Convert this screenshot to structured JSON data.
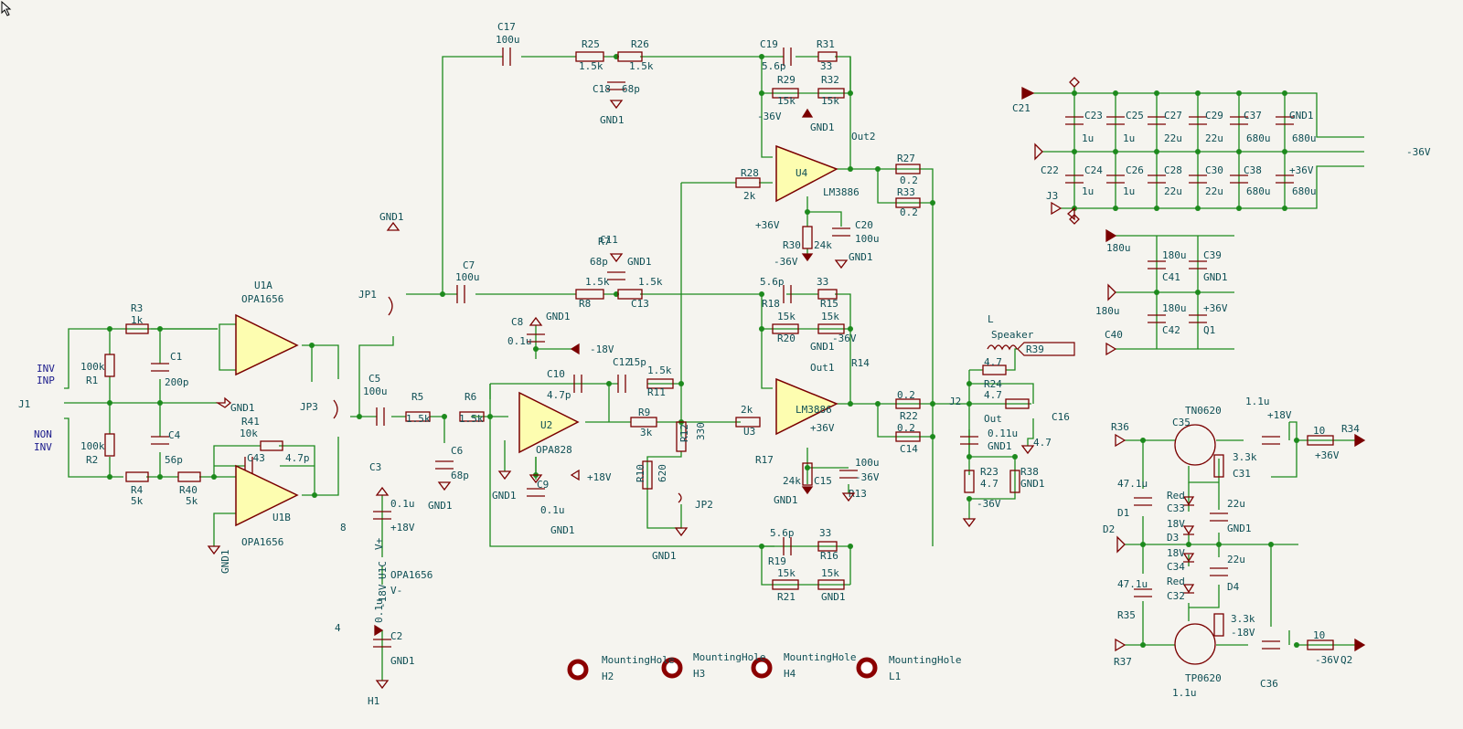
{
  "labels": [
    {
      "t": "J1"
    },
    {
      "t": "INV"
    },
    {
      "t": "INP"
    },
    {
      "t": "NON"
    },
    {
      "t": "INV"
    },
    {
      "t": "R3"
    },
    {
      "t": "1k"
    },
    {
      "t": "100k"
    },
    {
      "t": "R1"
    },
    {
      "t": "C1"
    },
    {
      "t": "200p"
    },
    {
      "t": "100k"
    },
    {
      "t": "R2"
    },
    {
      "t": "C4"
    },
    {
      "t": "56p"
    },
    {
      "t": "R4"
    },
    {
      "t": "5k"
    },
    {
      "t": "R40"
    },
    {
      "t": "5k"
    },
    {
      "t": "GND1"
    },
    {
      "t": "U1A"
    },
    {
      "t": "OPA1656"
    },
    {
      "t": "U1B"
    },
    {
      "t": "OPA1656"
    },
    {
      "t": "R41"
    },
    {
      "t": "10k"
    },
    {
      "t": "C43"
    },
    {
      "t": "4.7p"
    },
    {
      "t": "GND1"
    },
    {
      "t": "JP3"
    },
    {
      "t": "JP1"
    },
    {
      "t": "GND1"
    },
    {
      "t": "C5"
    },
    {
      "t": "100u"
    },
    {
      "t": "C7"
    },
    {
      "t": "100u"
    },
    {
      "t": "C17"
    },
    {
      "t": "100u"
    },
    {
      "t": "R25"
    },
    {
      "t": "1.5k"
    },
    {
      "t": "R26"
    },
    {
      "t": "1.5k"
    },
    {
      "t": "C18"
    },
    {
      "t": "68p"
    },
    {
      "t": "GND1"
    },
    {
      "t": "C19"
    },
    {
      "t": "5.6p"
    },
    {
      "t": "R31"
    },
    {
      "t": "33"
    },
    {
      "t": "R29"
    },
    {
      "t": "15k"
    },
    {
      "t": "R32"
    },
    {
      "t": "15k"
    },
    {
      "t": "-36V"
    },
    {
      "t": "GND1"
    },
    {
      "t": "U4"
    },
    {
      "t": "LM3886"
    },
    {
      "t": "Out2"
    },
    {
      "t": "R28"
    },
    {
      "t": "2k"
    },
    {
      "t": "+36V"
    },
    {
      "t": "R30"
    },
    {
      "t": "24k"
    },
    {
      "t": "C20"
    },
    {
      "t": "100u"
    },
    {
      "t": "-36V"
    },
    {
      "t": "GND1"
    },
    {
      "t": "R27"
    },
    {
      "t": "0.2"
    },
    {
      "t": "R33"
    },
    {
      "t": "0.2"
    },
    {
      "t": "R5"
    },
    {
      "t": "1.5k"
    },
    {
      "t": "R6"
    },
    {
      "t": "1.5k"
    },
    {
      "t": "C6"
    },
    {
      "t": "68p"
    },
    {
      "t": "GND1"
    },
    {
      "t": "C8"
    },
    {
      "t": "0.1u"
    },
    {
      "t": "GND1"
    },
    {
      "t": "-18V"
    },
    {
      "t": "C10"
    },
    {
      "t": "4.7p"
    },
    {
      "t": "C12"
    },
    {
      "t": "15p"
    },
    {
      "t": "R11"
    },
    {
      "t": "1.5k"
    },
    {
      "t": "U2"
    },
    {
      "t": "OPA828"
    },
    {
      "t": "GND1"
    },
    {
      "t": "C9"
    },
    {
      "t": "0.1u"
    },
    {
      "t": "+18V"
    },
    {
      "t": "GND1"
    },
    {
      "t": "R9"
    },
    {
      "t": "3k"
    },
    {
      "t": "R12"
    },
    {
      "t": "330"
    },
    {
      "t": "R10"
    },
    {
      "t": "620"
    },
    {
      "t": "JP2"
    },
    {
      "t": "GND1"
    },
    {
      "t": "C11"
    },
    {
      "t": "68p"
    },
    {
      "t": "GND1"
    },
    {
      "t": "R7"
    },
    {
      "t": "1.5k"
    },
    {
      "t": "R8"
    },
    {
      "t": "1.5k"
    },
    {
      "t": "C13"
    },
    {
      "t": "5.6p"
    },
    {
      "t": "R18"
    },
    {
      "t": "33"
    },
    {
      "t": "R15"
    },
    {
      "t": "15k"
    },
    {
      "t": "R20"
    },
    {
      "t": "15k"
    },
    {
      "t": "-36V"
    },
    {
      "t": "GND1"
    },
    {
      "t": "Out1"
    },
    {
      "t": "R14"
    },
    {
      "t": "2k"
    },
    {
      "t": "U3"
    },
    {
      "t": "LM3886"
    },
    {
      "t": "+36V"
    },
    {
      "t": "R17"
    },
    {
      "t": "24k"
    },
    {
      "t": "C15"
    },
    {
      "t": "100u"
    },
    {
      "t": "-36V"
    },
    {
      "t": "GND1"
    },
    {
      "t": "R13"
    },
    {
      "t": "0.2"
    },
    {
      "t": "R22"
    },
    {
      "t": "0.2"
    },
    {
      "t": "C14"
    },
    {
      "t": "5.6p"
    },
    {
      "t": "R19"
    },
    {
      "t": "33"
    },
    {
      "t": "R16"
    },
    {
      "t": "15k"
    },
    {
      "t": "R21"
    },
    {
      "t": "15k"
    },
    {
      "t": "GND1"
    },
    {
      "t": "C3"
    },
    {
      "t": "0.1u"
    },
    {
      "t": "+18V"
    },
    {
      "t": "8"
    },
    {
      "t": "V+"
    },
    {
      "t": "U1C"
    },
    {
      "t": "OPA1656"
    },
    {
      "t": "V-"
    },
    {
      "t": "-18V"
    },
    {
      "t": "4"
    },
    {
      "t": "0.1u"
    },
    {
      "t": "C2"
    },
    {
      "t": "GND1"
    },
    {
      "t": "H1"
    },
    {
      "t": "MountingHole"
    },
    {
      "t": "H2"
    },
    {
      "t": "MountingHole"
    },
    {
      "t": "H3"
    },
    {
      "t": "MountingHole"
    },
    {
      "t": "H4"
    },
    {
      "t": "MountingHole"
    },
    {
      "t": "L1"
    },
    {
      "t": "L"
    },
    {
      "t": "Speaker"
    },
    {
      "t": "R39"
    },
    {
      "t": "4.7"
    },
    {
      "t": "R24"
    },
    {
      "t": "4.7"
    },
    {
      "t": "Out"
    },
    {
      "t": "J2"
    },
    {
      "t": "C16"
    },
    {
      "t": "0.11u"
    },
    {
      "t": "GND1"
    },
    {
      "t": "4.7"
    },
    {
      "t": "R23"
    },
    {
      "t": "4.7"
    },
    {
      "t": "R38"
    },
    {
      "t": "GND1"
    },
    {
      "t": "-36V"
    },
    {
      "t": "C21"
    },
    {
      "t": "1u"
    },
    {
      "t": "C23"
    },
    {
      "t": "1u"
    },
    {
      "t": "C25"
    },
    {
      "t": "22u"
    },
    {
      "t": "C27"
    },
    {
      "t": "22u"
    },
    {
      "t": "C29"
    },
    {
      "t": "680u"
    },
    {
      "t": "C37"
    },
    {
      "t": "680u"
    },
    {
      "t": "GND1"
    },
    {
      "t": "C22"
    },
    {
      "t": "1u"
    },
    {
      "t": "C24"
    },
    {
      "t": "1u"
    },
    {
      "t": "C26"
    },
    {
      "t": "22u"
    },
    {
      "t": "C28"
    },
    {
      "t": "22u"
    },
    {
      "t": "C30"
    },
    {
      "t": "680u"
    },
    {
      "t": "C38"
    },
    {
      "t": "680u"
    },
    {
      "t": "+36V"
    },
    {
      "t": "J3"
    },
    {
      "t": "-36V"
    },
    {
      "t": "180u"
    },
    {
      "t": "180u"
    },
    {
      "t": "C39"
    },
    {
      "t": "C41"
    },
    {
      "t": "GND1"
    },
    {
      "t": "180u"
    },
    {
      "t": "180u"
    },
    {
      "t": "+36V"
    },
    {
      "t": "C40"
    },
    {
      "t": "C42"
    },
    {
      "t": "Q1"
    },
    {
      "t": "TN0620"
    },
    {
      "t": "C35"
    },
    {
      "t": "1.1u"
    },
    {
      "t": "+18V"
    },
    {
      "t": "R36"
    },
    {
      "t": "10"
    },
    {
      "t": "+36V"
    },
    {
      "t": "R34"
    },
    {
      "t": "3.3k"
    },
    {
      "t": "C31"
    },
    {
      "t": "47.1u"
    },
    {
      "t": "D1"
    },
    {
      "t": "Red"
    },
    {
      "t": "C33"
    },
    {
      "t": "22u"
    },
    {
      "t": "GND1"
    },
    {
      "t": "D2"
    },
    {
      "t": "18V"
    },
    {
      "t": "D3"
    },
    {
      "t": "18V"
    },
    {
      "t": "C34"
    },
    {
      "t": "22u"
    },
    {
      "t": "D4"
    },
    {
      "t": "Red"
    },
    {
      "t": "C32"
    },
    {
      "t": "47.1u"
    },
    {
      "t": "R35"
    },
    {
      "t": "3.3k"
    },
    {
      "t": "-18V"
    },
    {
      "t": "R37"
    },
    {
      "t": "10"
    },
    {
      "t": "-36V"
    },
    {
      "t": "Q2"
    },
    {
      "t": "TP0620"
    },
    {
      "t": "1.1u"
    },
    {
      "t": "C36"
    }
  ]
}
